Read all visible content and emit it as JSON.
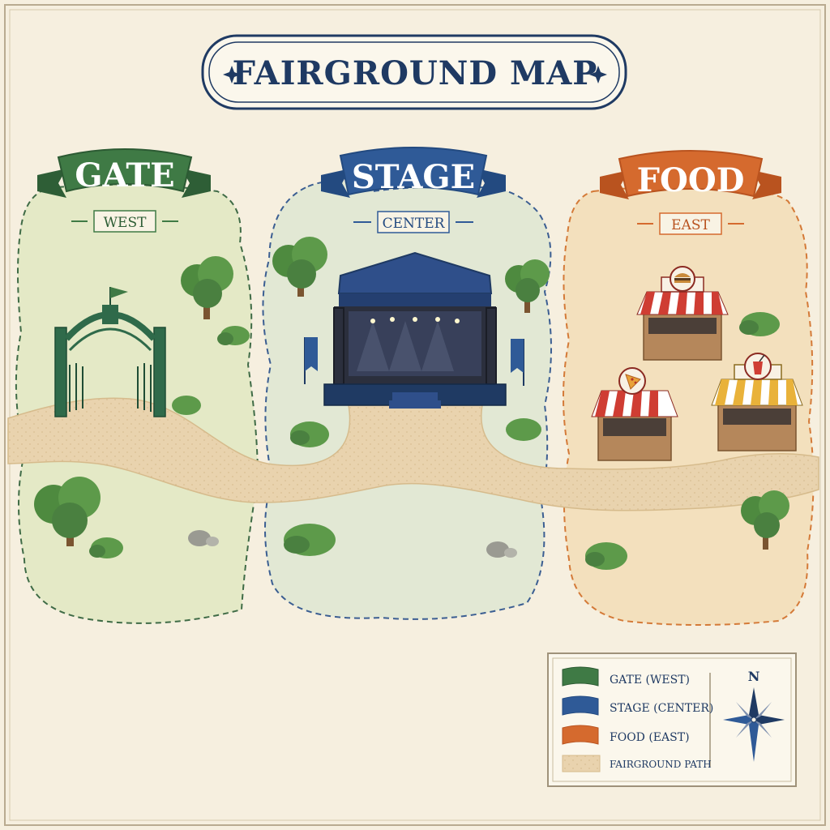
{
  "title": "FAIRGROUND MAP",
  "zones": [
    {
      "id": "gate",
      "name": "GATE",
      "direction": "WEST",
      "color": "#3f7a45"
    },
    {
      "id": "stage",
      "name": "STAGE",
      "direction": "CENTER",
      "color": "#2f5a97"
    },
    {
      "id": "food",
      "name": "FOOD",
      "direction": "EAST",
      "color": "#d56a2e"
    }
  ],
  "legend": {
    "items": [
      {
        "label": "GATE (WEST)",
        "color": "#3f7a45"
      },
      {
        "label": "STAGE (CENTER)",
        "color": "#2f5a97"
      },
      {
        "label": "FOOD (EAST)",
        "color": "#d56a2e"
      },
      {
        "label": "FAIRGROUND PATH",
        "color": "#e9d3ae"
      }
    ],
    "compass_label": "N"
  },
  "colors": {
    "background": "#f6efdf",
    "navy": "#1f3a63",
    "path": "#e9d3ae",
    "gate_zone_fill": "#e4e9c6",
    "stage_zone_fill": "#e2e8d4",
    "food_zone_fill": "#f3e0bd"
  },
  "icons": {
    "gate": "gate-arch-icon",
    "stage": "stage-icon",
    "food_stalls": [
      "burger-stall-icon",
      "pizza-stall-icon",
      "drink-stall-icon"
    ],
    "compass": "compass-rose-icon"
  }
}
